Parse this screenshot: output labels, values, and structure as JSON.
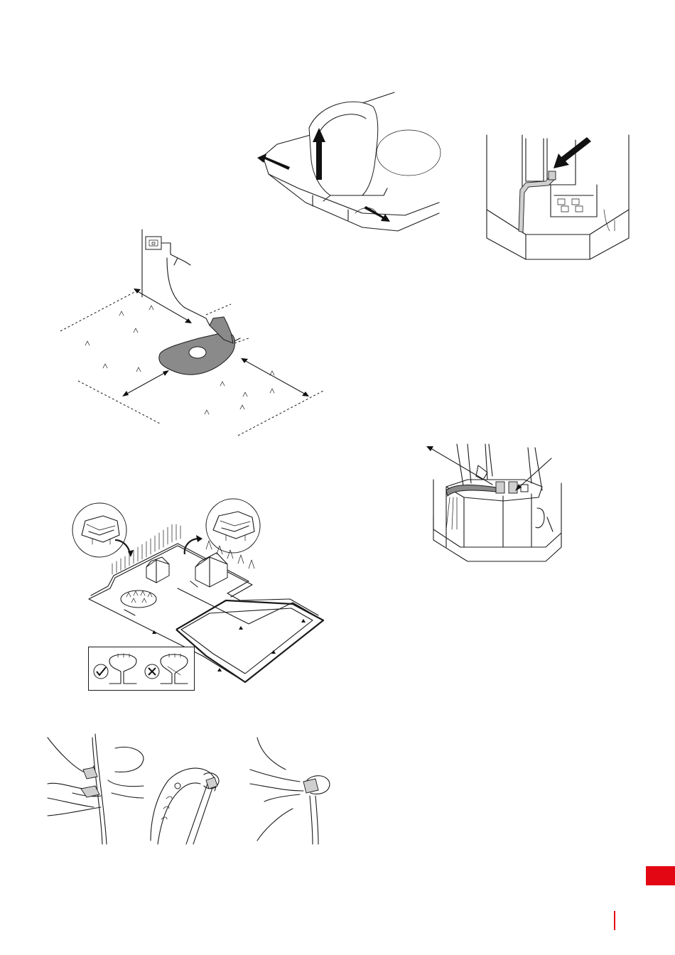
{
  "page": {
    "tab_color": "#e30613",
    "rule_color": "#e30613",
    "line_color": "#1a1a1a",
    "fill_grey": "#8a8a8a"
  },
  "figures": {
    "station_cover": "charging-station-cover-lift-illustration",
    "station_connector": "charging-station-connector-plug-illustration",
    "station_placement": "charging-station-placement-clearance-illustration",
    "loop_wires": "loop-wire-connection-illustration",
    "boundary_layout": "garden-boundary-wire-layout-illustration",
    "wire_coupler": "wire-coupler-pliers-steps-illustration"
  }
}
